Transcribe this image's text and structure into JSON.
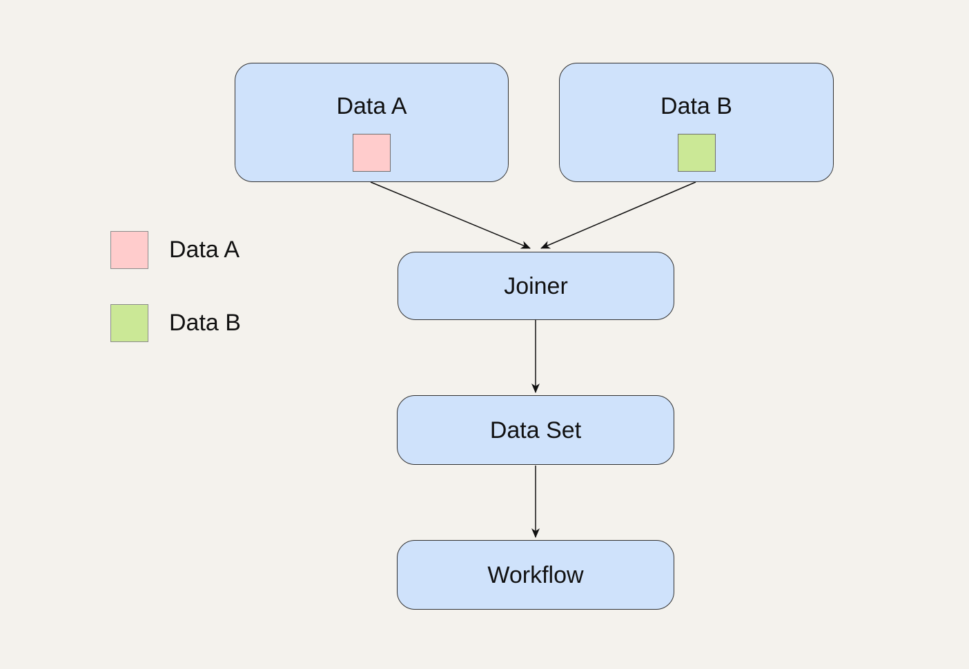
{
  "diagram": {
    "background": "#f4f2ed",
    "node_fill": "#cfe2fb",
    "node_border": "#2f2f2f",
    "arrow_color": "#111111",
    "nodes": [
      {
        "id": "data-a",
        "label": "Data A",
        "swatch_color": "#ffcccc"
      },
      {
        "id": "data-b",
        "label": "Data B",
        "swatch_color": "#cbe896"
      },
      {
        "id": "joiner",
        "label": "Joiner"
      },
      {
        "id": "data-set",
        "label": "Data Set"
      },
      {
        "id": "workflow",
        "label": "Workflow"
      }
    ],
    "edges": [
      {
        "from": "data-a",
        "to": "joiner"
      },
      {
        "from": "data-b",
        "to": "joiner"
      },
      {
        "from": "joiner",
        "to": "data-set"
      },
      {
        "from": "data-set",
        "to": "workflow"
      }
    ],
    "legend": {
      "items": [
        {
          "label": "Data A",
          "color": "#ffcccc"
        },
        {
          "label": "Data B",
          "color": "#cbe896"
        }
      ]
    }
  }
}
